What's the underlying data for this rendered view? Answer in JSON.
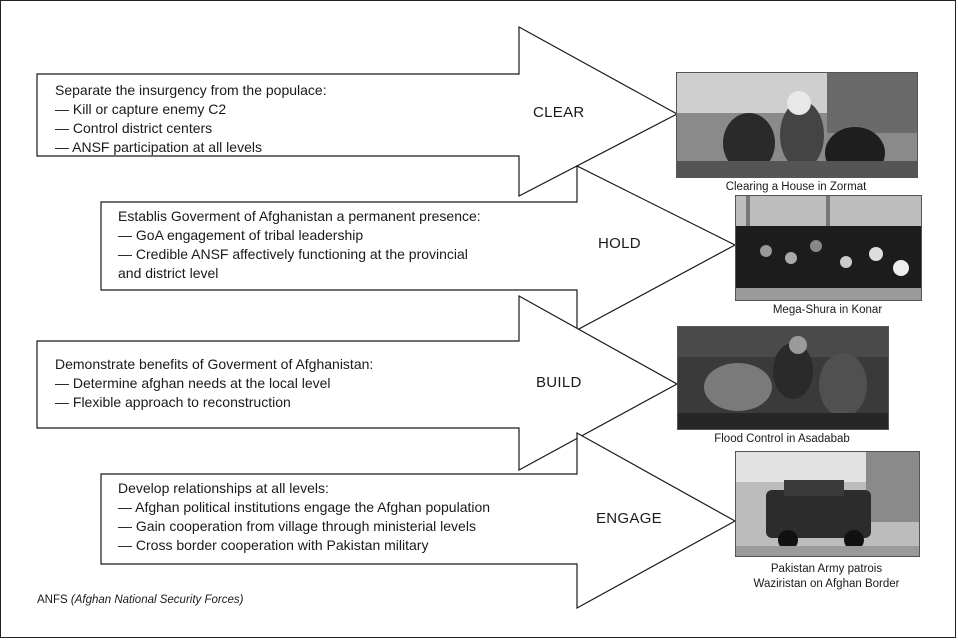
{
  "stages": [
    {
      "label": "CLEAR",
      "heading": "Separate the insurgency from the populace:",
      "bullets": [
        "— Kill or capture enemy C2",
        "— Control district centers",
        "— ANSF participation at all levels"
      ],
      "caption_lines": [
        "Clearing a House in Zormat"
      ]
    },
    {
      "label": "HOLD",
      "heading": "Establis Goverment of Afghanistan a permanent presence:",
      "bullets": [
        "— GoA engagement of tribal leadership",
        "— Credible ANSF affectively functioning at the provincial",
        "and district level"
      ],
      "caption_lines": [
        "Mega-Shura in Konar"
      ]
    },
    {
      "label": "BUILD",
      "heading": "Demonstrate benefits of Goverment of Afghanistan:",
      "bullets": [
        "— Determine afghan needs at the local level",
        "— Flexible approach to reconstruction"
      ],
      "caption_lines": [
        "Flood Control in Asadabab"
      ]
    },
    {
      "label": "ENGAGE",
      "heading": "Develop relationships at all levels:",
      "bullets": [
        "— Afghan political institutions engage the Afghan population",
        "— Gain cooperation from village through ministerial levels",
        "— Cross border cooperation with Pakistan military"
      ],
      "caption_lines": [
        "Pakistan Army patrois",
        "Waziristan on Afghan Border"
      ]
    }
  ],
  "footnote": {
    "abbr": "ANFS",
    "expansion": "(Afghan National Security Forces)"
  }
}
